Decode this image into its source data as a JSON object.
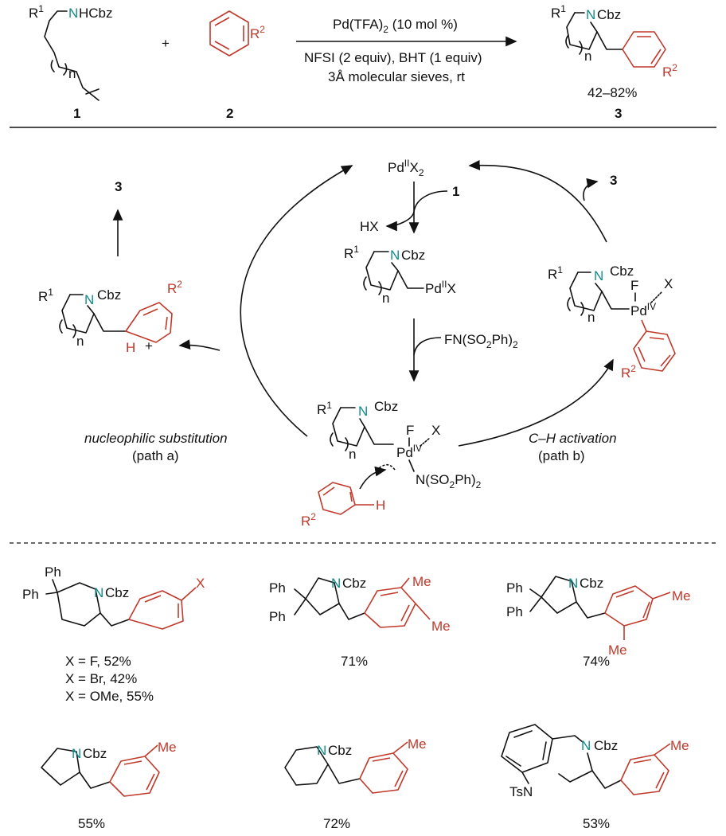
{
  "top": {
    "reactant1_label": "1",
    "reactant2_label": "2",
    "product_label": "3",
    "plus": "+",
    "conditions": {
      "line1": "Pd(TFA)",
      "line1_sub": "2",
      "line1_tail": " (10 mol %)",
      "line2": "NFSI (2 equiv), BHT (1 equiv)",
      "line3": "3Å molecular sieves, rt"
    },
    "yield_range": "42–82%"
  },
  "atoms": {
    "R": "R",
    "one": "1",
    "two": "2",
    "N": "N",
    "HCbz": "HCbz",
    "Cbz": "Cbz",
    "n": "n",
    "H": "H",
    "plus": "+"
  },
  "cycle": {
    "catalyst": "Pd",
    "catalyst_ox": "II",
    "catalyst_tail": "X",
    "catalyst_sub": "2",
    "reagent1": "1",
    "byproduct": "HX",
    "intermediate_pd": "Pd",
    "intermediate_ox": "II",
    "intermediate_tail": "X",
    "oxidant": "FN(SO",
    "oxidant_sub": "2",
    "oxidant_tail": "Ph)",
    "oxidant_sub2": "2",
    "pdiv": "Pd",
    "pdiv_ox": "IV",
    "F": "F",
    "X": "X",
    "nsulfonyl": "N(SO",
    "nsulfonyl_sub": "2",
    "nsulfonyl_tail": "Ph)",
    "nsulfonyl_sub2": "2",
    "product_left": "3",
    "product_right": "3",
    "path_a_name": "nucleophilic substitution",
    "path_a_label": "(path a)",
    "path_b_name": "C–H activation",
    "path_b_label": "(path b)"
  },
  "examples": [
    {
      "yields": [
        "X = F, 52%",
        "X = Br, 42%",
        "X = OMe, 55%"
      ],
      "substituent": "X",
      "ring_subst": [
        "Ph",
        "Ph"
      ]
    },
    {
      "yields": [
        "71%"
      ],
      "substituent": [
        "Me",
        "Me"
      ],
      "ring_subst": [
        "Ph",
        "Ph"
      ]
    },
    {
      "yields": [
        "74%"
      ],
      "substituent": [
        "Me",
        "Me"
      ],
      "ring_subst": [
        "Ph",
        "Ph"
      ]
    },
    {
      "yields": [
        "55%"
      ],
      "substituent": "Me"
    },
    {
      "yields": [
        "72%"
      ],
      "substituent": "Me"
    },
    {
      "yields": [
        "53%"
      ],
      "substituent": "Me",
      "ring_subst": [
        "TsN"
      ]
    }
  ],
  "colors": {
    "ink": "#111111",
    "arene": "#c0392b",
    "nitrogen": "#138a8a"
  }
}
